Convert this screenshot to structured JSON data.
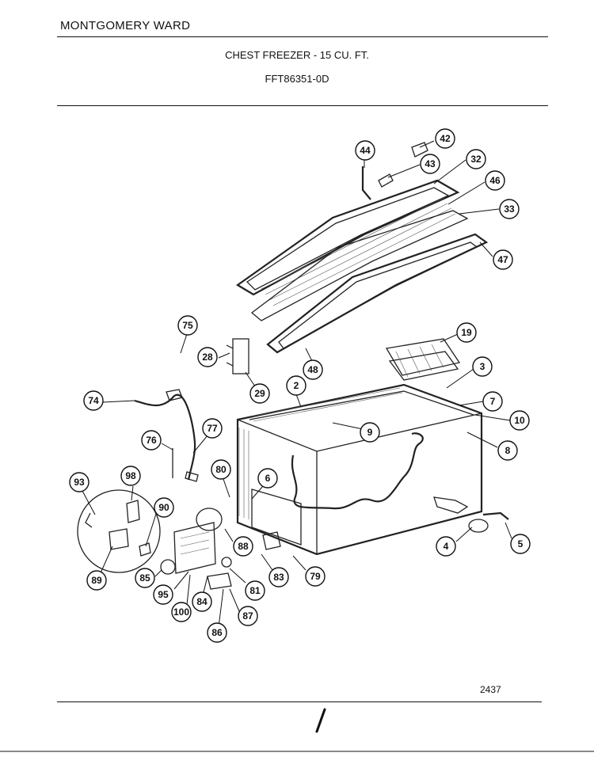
{
  "header": {
    "brand": "MONTGOMERY WARD",
    "title": "CHEST FREEZER - 15 CU. FT.",
    "model": "FFT86351-0D"
  },
  "footer": {
    "page_code": "2437"
  },
  "callouts": [
    "42",
    "44",
    "43",
    "32",
    "46",
    "33",
    "47",
    "19",
    "3",
    "75",
    "28",
    "48",
    "29",
    "2",
    "74",
    "7",
    "10",
    "9",
    "8",
    "76",
    "77",
    "93",
    "98",
    "80",
    "6",
    "90",
    "89",
    "85",
    "88",
    "83",
    "79",
    "4",
    "5",
    "95",
    "84",
    "81",
    "100",
    "87",
    "86"
  ]
}
